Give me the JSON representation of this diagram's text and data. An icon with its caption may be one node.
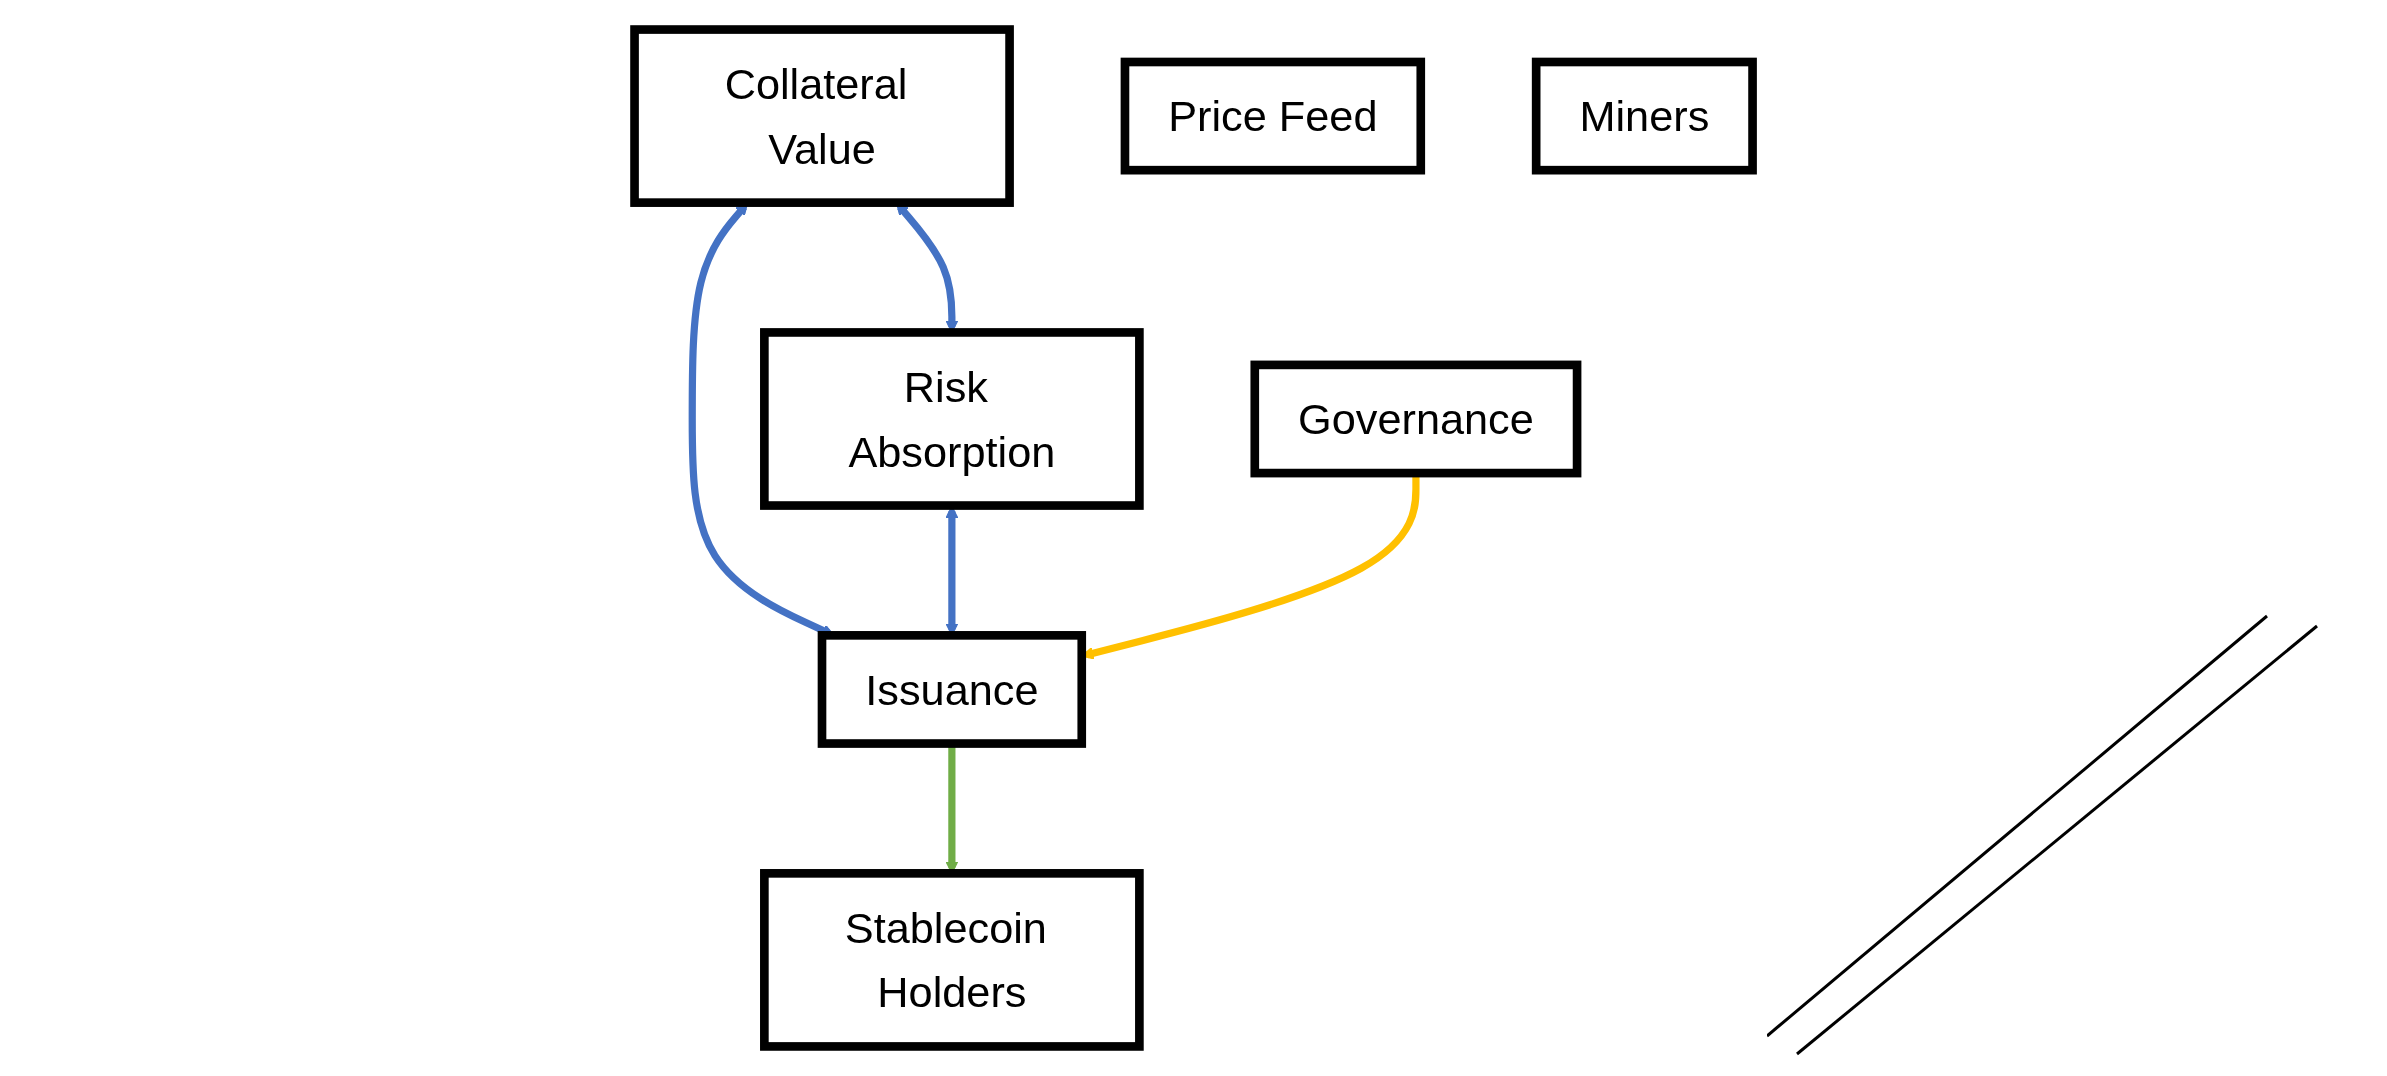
{
  "diagram": {
    "nodes": [
      {
        "text": [
          "Collateral Value"
        ]
      },
      {
        "text": [
          "Risk Absorption"
        ]
      },
      {
        "text": [
          "Stablecoin Holders"
        ]
      },
      {
        "text": [
          "Issuance"
        ]
      },
      {
        "text": [
          "Governance"
        ]
      },
      {
        "text": [
          "Price Feed"
        ]
      },
      {
        "text": [
          "Miners"
        ]
      }
    ],
    "edges": [
      {
        "from": 0,
        "to": 1,
        "arrow": "both"
      },
      {
        "from": 0,
        "to": 3,
        "arrow": "both"
      },
      {
        "from": 1,
        "to": 3,
        "arrow": "both"
      },
      {
        "from": 3,
        "to": 2,
        "arrow": "to",
        "color": "#70ad47"
      },
      {
        "from": 4,
        "to": 3,
        "arrow": "to",
        "color": "#ffc000"
      }
    ]
  }
}
